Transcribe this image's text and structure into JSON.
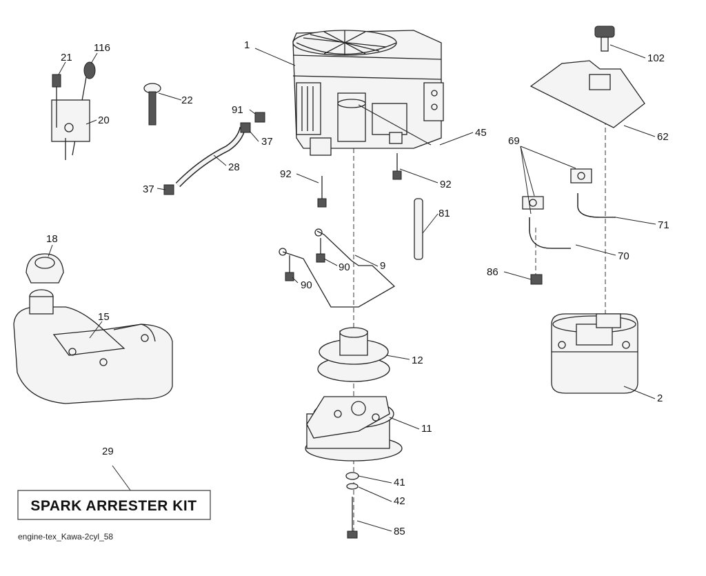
{
  "footer_code": "engine-tex_Kawa-2cyl_58",
  "kit_label": "SPARK ARRESTER KIT",
  "callouts": {
    "c1": "1",
    "c2": "2",
    "c9": "9",
    "c11": "11",
    "c12": "12",
    "c15": "15",
    "c18": "18",
    "c20": "20",
    "c21": "21",
    "c22": "22",
    "c28": "28",
    "c29": "29",
    "c37a": "37",
    "c37b": "37",
    "c41": "41",
    "c42": "42",
    "c45": "45",
    "c62": "62",
    "c69": "69",
    "c70": "70",
    "c71": "71",
    "c81": "81",
    "c85": "85",
    "c86": "86",
    "c90a": "90",
    "c90b": "90",
    "c91": "91",
    "c92a": "92",
    "c92b": "92",
    "c102": "102",
    "c116": "116"
  }
}
